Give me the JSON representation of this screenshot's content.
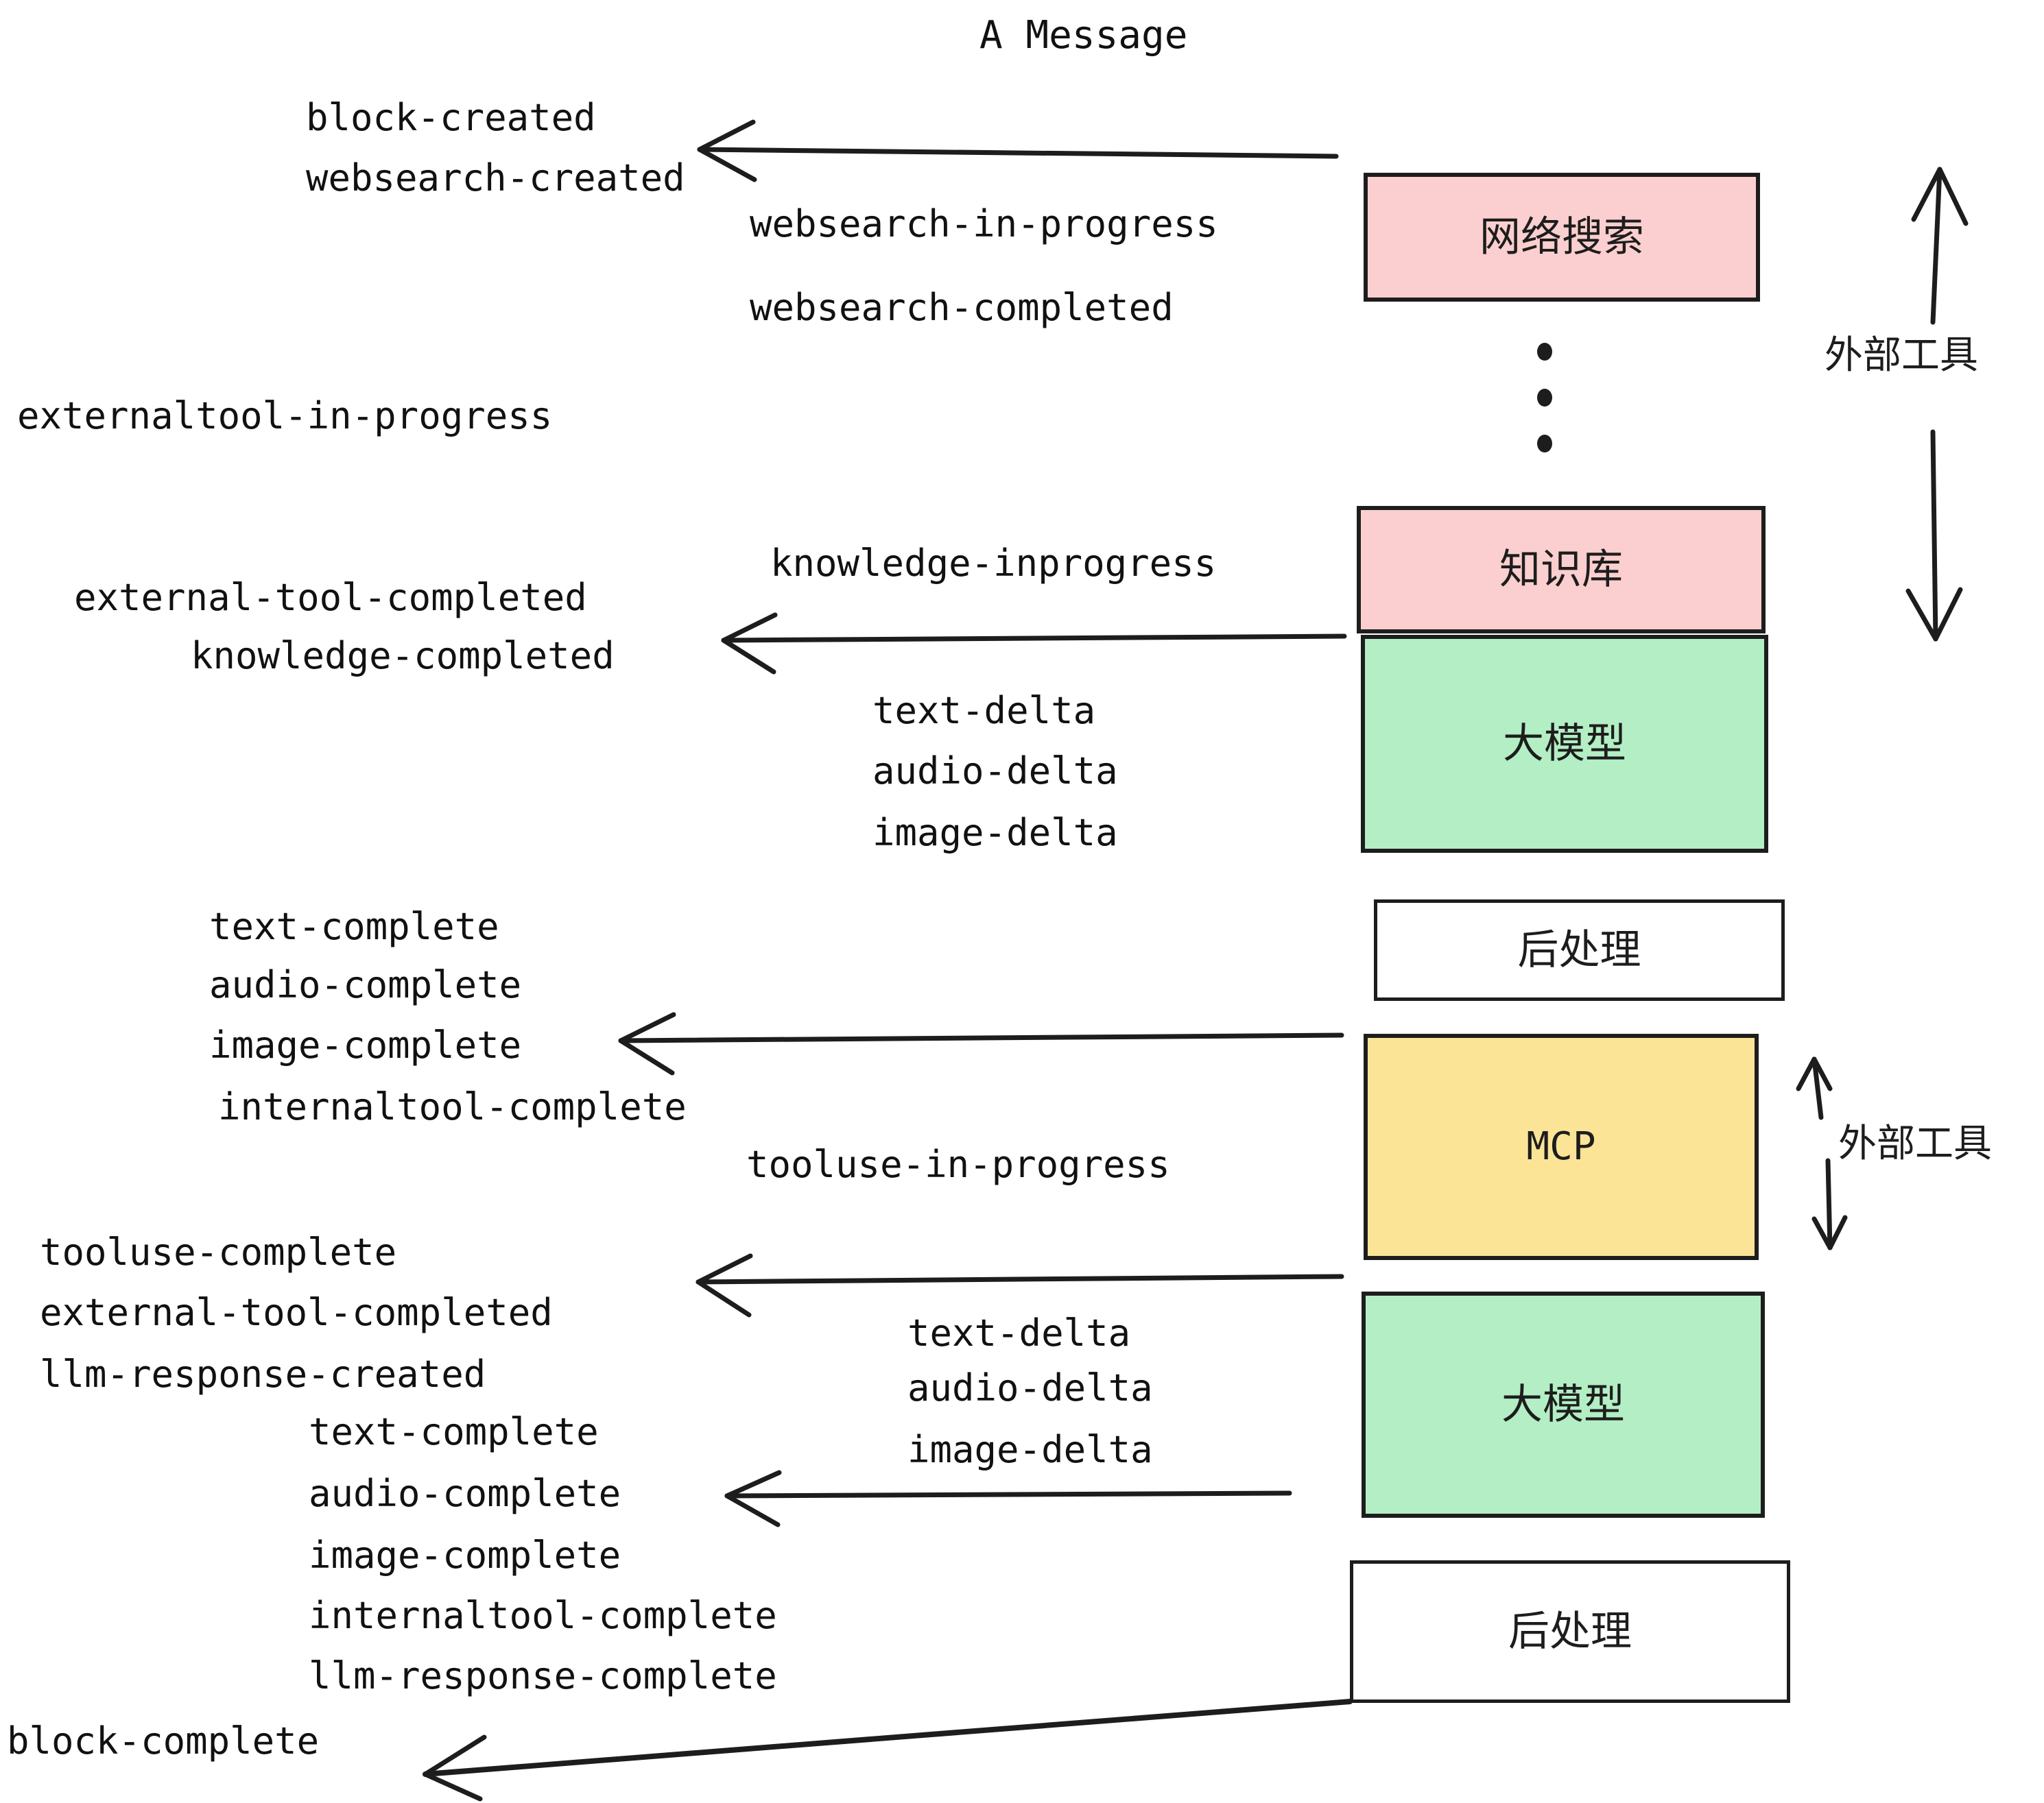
{
  "title": "A Message",
  "colors": {
    "pink": "#fbcfcf",
    "green": "#b3eec4",
    "yellow": "#fbe496",
    "white": "#ffffff",
    "stroke": "#1d1d1d",
    "text": "#111111"
  },
  "boxes": [
    {
      "id": "websearch",
      "label": "网络搜索",
      "fill": "#fbcfcf",
      "script": "cjk"
    },
    {
      "id": "knowledge",
      "label": "知识库",
      "fill": "#fbcfcf",
      "script": "cjk"
    },
    {
      "id": "llm-top",
      "label": "大模型",
      "fill": "#b3eec4",
      "script": "cjk"
    },
    {
      "id": "postprocess-1",
      "label": "后处理",
      "fill": "#ffffff",
      "script": "cjk"
    },
    {
      "id": "mcp",
      "label": "MCP",
      "fill": "#fbe496",
      "script": "latin"
    },
    {
      "id": "llm-bottom",
      "label": "大模型",
      "fill": "#b3eec4",
      "script": "cjk"
    },
    {
      "id": "postprocess-2",
      "label": "后处理",
      "fill": "#ffffff",
      "script": "cjk"
    }
  ],
  "side_labels": [
    {
      "id": "external-tools-top",
      "label": "外部工具"
    },
    {
      "id": "external-tools-bottom",
      "label": "外部工具"
    }
  ],
  "events": [
    {
      "id": "block-created",
      "text": "block-created"
    },
    {
      "id": "websearch-created",
      "text": "websearch-created"
    },
    {
      "id": "websearch-in-progress",
      "text": "websearch-in-progress"
    },
    {
      "id": "websearch-completed",
      "text": "websearch-completed"
    },
    {
      "id": "externaltool-in-progress",
      "text": "externaltool-in-progress"
    },
    {
      "id": "knowledge-inprogress",
      "text": "knowledge-inprogress"
    },
    {
      "id": "external-tool-completed-1",
      "text": "external-tool-completed"
    },
    {
      "id": "knowledge-completed",
      "text": "knowledge-completed"
    },
    {
      "id": "text-delta-1",
      "text": "text-delta"
    },
    {
      "id": "audio-delta-1",
      "text": "audio-delta"
    },
    {
      "id": "image-delta-1",
      "text": "image-delta"
    },
    {
      "id": "text-complete-1",
      "text": "text-complete"
    },
    {
      "id": "audio-complete-1",
      "text": "audio-complete"
    },
    {
      "id": "image-complete-1",
      "text": "image-complete"
    },
    {
      "id": "internaltool-complete-1",
      "text": "internaltool-complete"
    },
    {
      "id": "tooluse-in-progress",
      "text": "tooluse-in-progress"
    },
    {
      "id": "tooluse-complete",
      "text": "tooluse-complete"
    },
    {
      "id": "external-tool-completed-2",
      "text": "external-tool-completed"
    },
    {
      "id": "llm-response-created",
      "text": "llm-response-created"
    },
    {
      "id": "text-delta-2",
      "text": "text-delta"
    },
    {
      "id": "audio-delta-2",
      "text": "audio-delta"
    },
    {
      "id": "image-delta-2",
      "text": "image-delta"
    },
    {
      "id": "text-complete-2",
      "text": "text-complete"
    },
    {
      "id": "audio-complete-2",
      "text": "audio-complete"
    },
    {
      "id": "image-complete-2",
      "text": "image-complete"
    },
    {
      "id": "internaltool-complete-2",
      "text": "internaltool-complete"
    },
    {
      "id": "llm-response-complete",
      "text": "llm-response-complete"
    },
    {
      "id": "block-complete",
      "text": "block-complete"
    }
  ]
}
